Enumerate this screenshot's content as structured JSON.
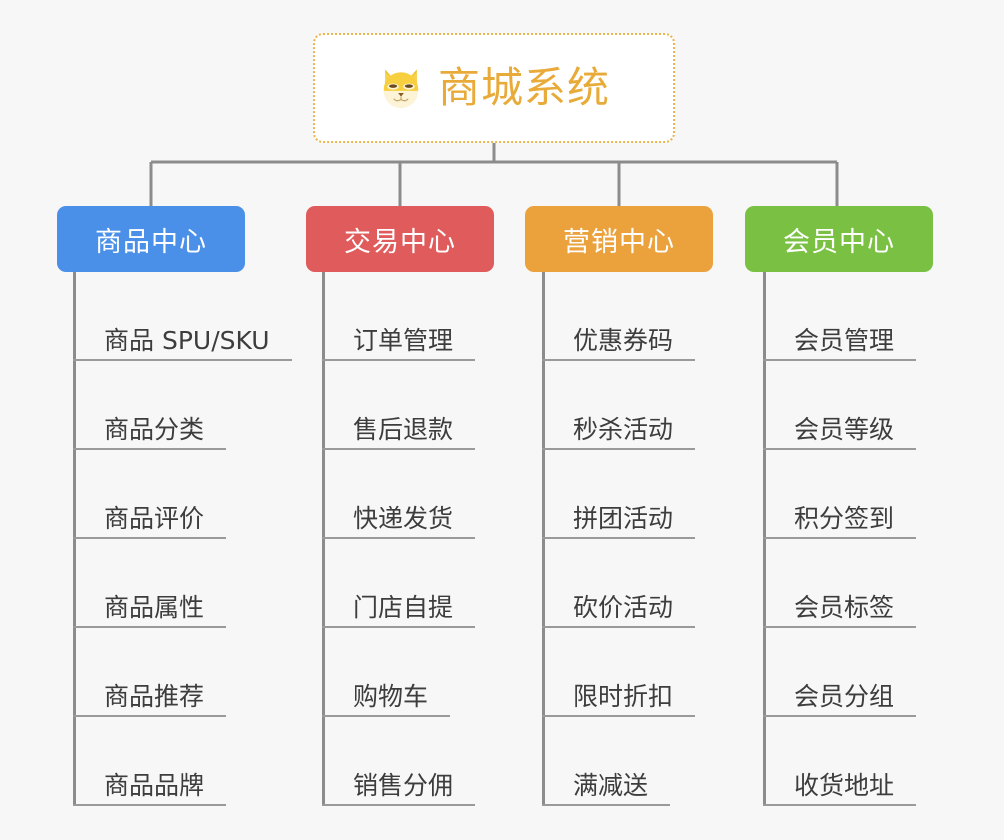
{
  "page": {
    "background_color": "#f7f7f7",
    "connector_color": "#8c8c8c",
    "rule_color": "#9a9a9a",
    "leaf_text_color": "#3d3d3d"
  },
  "root": {
    "title": "商城系统",
    "icon": "dog-face-icon",
    "text_color": "#e8ab3a",
    "border_color": "#edb44a",
    "fill_color": "#ffffff"
  },
  "branches": [
    {
      "label": "商品中心",
      "color": "#4a90e8",
      "items": [
        "商品 SPU/SKU",
        "商品分类",
        "商品评价",
        "商品属性",
        "商品推荐",
        "商品品牌"
      ]
    },
    {
      "label": "交易中心",
      "color": "#e05b5b",
      "items": [
        "订单管理",
        "售后退款",
        "快递发货",
        "门店自提",
        "购物车",
        "销售分佣"
      ]
    },
    {
      "label": "营销中心",
      "color": "#eba23c",
      "items": [
        "优惠券码",
        "秒杀活动",
        "拼团活动",
        "砍价活动",
        "限时折扣",
        "满减送"
      ]
    },
    {
      "label": "会员中心",
      "color": "#7ac143",
      "items": [
        "会员管理",
        "会员等级",
        "积分签到",
        "会员标签",
        "会员分组",
        "收货地址"
      ]
    }
  ]
}
